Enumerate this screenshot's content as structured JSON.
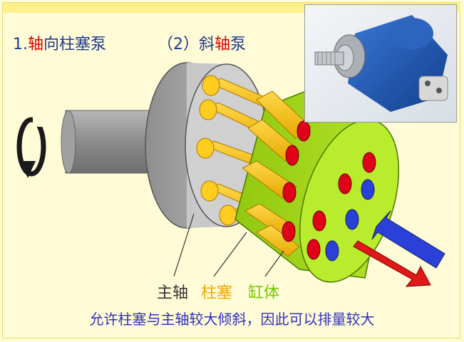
{
  "heading": {
    "number": "1.",
    "main_pre": "",
    "main_highlight": "轴",
    "main_post": "向柱塞泵",
    "sub_pre": "（2）斜",
    "sub_highlight": "轴",
    "sub_post": "泵"
  },
  "labels": {
    "shaft": "主轴",
    "piston": "柱塞",
    "cylinder": "缸体"
  },
  "caption": "允许柱塞与主轴较大倾斜，因此可以排量较大",
  "colors": {
    "background": "#fffbd6",
    "heading_text": "#1f3a8a",
    "highlight": "#e00000",
    "piston": "#f5c000",
    "cylinder": "#a8dd18",
    "port_red": "#e00018",
    "port_blue": "#2a40d8",
    "shaft": "#9a9a9a",
    "caption": "#3030c0",
    "arrow_blue": "#2a40d8",
    "arrow_red": "#e01818"
  },
  "icons": {
    "rotation": "rotation-arrow-icon",
    "flow": "flow-arrows-icon"
  }
}
